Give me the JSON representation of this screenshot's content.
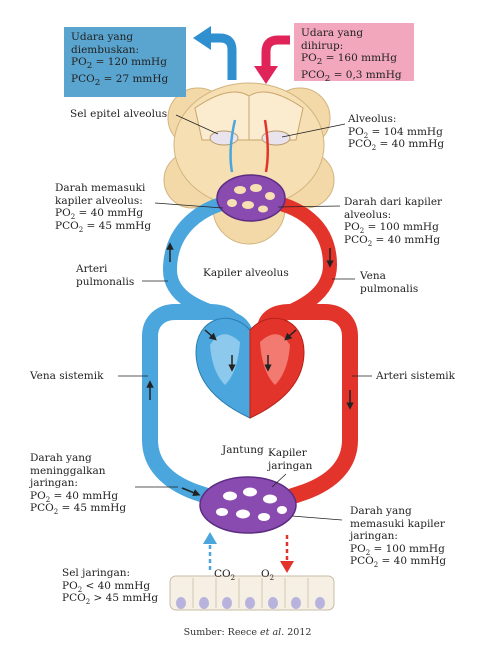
{
  "caption": {
    "prefix": "Sumber: Reece ",
    "etal": "et al.",
    "year": " 2012"
  },
  "colors": {
    "oxygenated_red": "#e3342b",
    "deoxygenated_blue": "#4aa6dc",
    "capillary_purple": "#8a4bb0",
    "alveolus_tan": "#f3d9a8",
    "exhaled_box": "#5aa5cf",
    "inhaled_box": "#f2a7bd"
  },
  "exhaled": {
    "title_1": "Udara yang",
    "title_2": "diembuskan:",
    "po2_val": " = 120 mmHg",
    "pco2_val": " = 27 mmHg"
  },
  "inhaled": {
    "title": "Udara yang dihirup:",
    "po2_val": " = 160 mmHg",
    "pco2_val": " = 0,3 mmHg"
  },
  "labels": {
    "sel_epitel": "Sel epitel alveolus",
    "alveolus": {
      "title": "Alveolus:",
      "po2_val": " = 104 mmHg",
      "pco2_val": " = 40 mmHg"
    },
    "darah_memasuki_alveolus": {
      "line1": "Darah memasuki",
      "line2": "kapiler alveolus:",
      "po2_val": " = 40 mmHg",
      "pco2_val": " = 45 mmHg"
    },
    "darah_dari_kapiler": {
      "line1": "Darah dari kapiler",
      "line2": "alveolus:",
      "po2_val": " = 100 mmHg",
      "pco2_val": " = 40 mmHg"
    },
    "arteri_pulmonalis": {
      "line1": "Arteri",
      "line2": "pulmonalis"
    },
    "kapiler_alveolus": "Kapiler alveolus",
    "vena_pulmonalis": {
      "line1": "Vena",
      "line2": "pulmonalis"
    },
    "vena_sistemik": "Vena sistemik",
    "arteri_sistemik": "Arteri sistemik",
    "jantung": "Jantung",
    "kapiler_jaringan": {
      "line1": "Kapiler",
      "line2": "jaringan"
    },
    "darah_meninggalkan": {
      "line1": "Darah yang",
      "line2": "meninggalkan",
      "line3": "jaringan:",
      "po2_val": " = 40 mmHg",
      "pco2_val": " = 45 mmHg"
    },
    "darah_memasuki_jaringan": {
      "line1": "Darah yang",
      "line2": "memasuki kapiler",
      "line3": "jaringan:",
      "po2_val": " = 100 mmHg",
      "pco2_val": " = 40 mmHg"
    },
    "sel_jaringan": {
      "title": "Sel jaringan:",
      "po2_val": " < 40 mmHg",
      "pco2_val": " > 45 mmHg"
    },
    "co2_marker": "CO",
    "o2_marker": "O"
  },
  "symbols": {
    "po": "PO",
    "pco": "PCO",
    "sub2": "2"
  }
}
